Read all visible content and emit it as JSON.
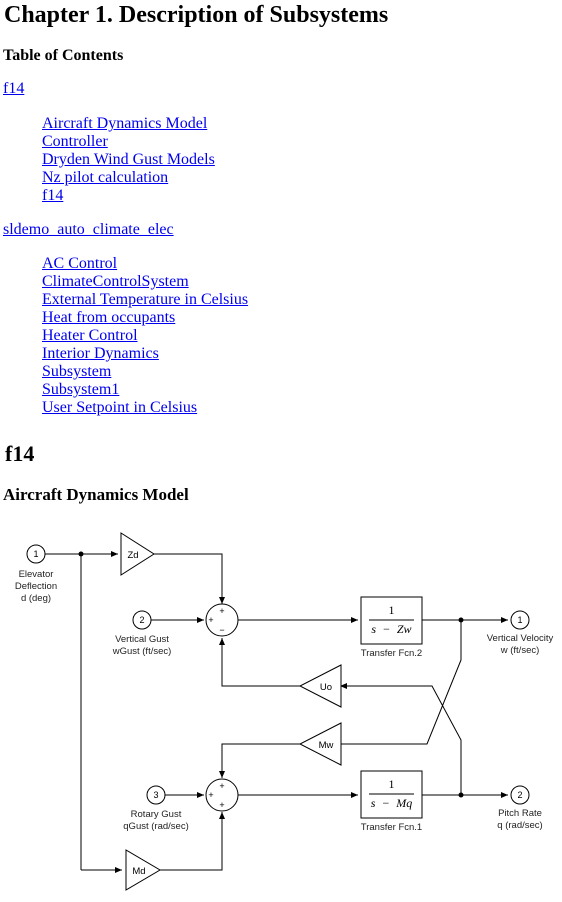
{
  "chapter_title": "Chapter 1. Description of Subsystems",
  "toc": {
    "heading": "Table of Contents",
    "groups": [
      {
        "label": "f14",
        "items": [
          "Aircraft Dynamics Model",
          "Controller",
          "Dryden Wind Gust Models",
          "Nz pilot calculation",
          "f14"
        ]
      },
      {
        "label": "sldemo_auto_climate_elec",
        "items": [
          "AC Control",
          "ClimateControlSystem",
          "External Temperature in Celsius",
          "Heat from occupants",
          "Heater Control",
          "Interior Dynamics",
          "Subsystem",
          "Subsystem1",
          "User Setpoint in Celsius"
        ]
      }
    ]
  },
  "section_title": "f14",
  "subsection_title": "Aircraft Dynamics Model",
  "diagram": {
    "inports": [
      {
        "number": "1",
        "label_lines": [
          "Elevator",
          "Deflection",
          "d (deg)"
        ]
      },
      {
        "number": "2",
        "label_lines": [
          "Vertical Gust",
          "wGust (ft/sec)"
        ]
      },
      {
        "number": "3",
        "label_lines": [
          "Rotary Gust",
          "qGust (rad/sec)"
        ]
      }
    ],
    "outports": [
      {
        "number": "1",
        "label_lines": [
          "Vertical Velocity",
          "w (ft/sec)"
        ]
      },
      {
        "number": "2",
        "label_lines": [
          "Pitch Rate",
          "q (rad/sec)"
        ]
      }
    ],
    "gains": {
      "zd": "Zd",
      "md": "Md",
      "uo": "Uo",
      "mw": "Mw"
    },
    "transfer_fcns": [
      {
        "numerator": "1",
        "denominator_s": "s",
        "denominator_op": "−",
        "denominator_term": "Zw",
        "label": "Transfer Fcn.2"
      },
      {
        "numerator": "1",
        "denominator_s": "s",
        "denominator_op": "−",
        "denominator_term": "Mq",
        "label": "Transfer Fcn.1"
      }
    ],
    "sum_signs": {
      "top": [
        "+",
        "+",
        "−"
      ],
      "bottom": [
        "+",
        "+",
        "+"
      ]
    }
  }
}
